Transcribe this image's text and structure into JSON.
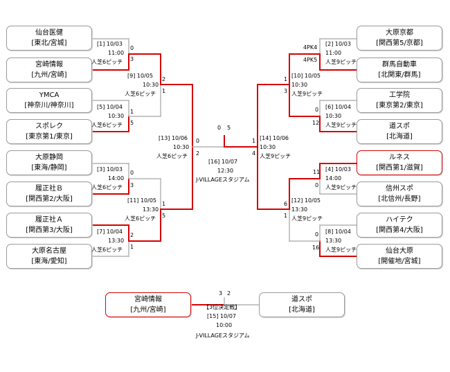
{
  "colors": {
    "win": "#d40000",
    "lose": "#b4b4b4",
    "border": "#999999"
  },
  "teams": [
    {
      "id": "t0",
      "name": "仙台医健",
      "region": "[東北/宮城]"
    },
    {
      "id": "t1",
      "name": "宮崎情報",
      "region": "[九州/宮崎]"
    },
    {
      "id": "t2",
      "name": "YMCA",
      "region": "[神奈川/神奈川]"
    },
    {
      "id": "t3",
      "name": "スポレク",
      "region": "[東京第1/東京]"
    },
    {
      "id": "t4",
      "name": "大原静岡",
      "region": "[東海/静岡]"
    },
    {
      "id": "t5",
      "name": "履正社Ｂ",
      "region": "[関西第2/大阪]"
    },
    {
      "id": "t6",
      "name": "履正社Ａ",
      "region": "[関西第3/大阪]"
    },
    {
      "id": "t7",
      "name": "大原名古屋",
      "region": "[東海/愛知]"
    },
    {
      "id": "t8",
      "name": "大原京都",
      "region": "[関西第5/京都]"
    },
    {
      "id": "t9",
      "name": "群馬自動車",
      "region": "[北関東/群馬]"
    },
    {
      "id": "t10",
      "name": "工学院",
      "region": "[東京第2/東京]"
    },
    {
      "id": "t11",
      "name": "道スポ",
      "region": "[北海道]"
    },
    {
      "id": "t12",
      "name": "ルネス",
      "region": "[関西第1/滋賀]"
    },
    {
      "id": "t13",
      "name": "信州スポ",
      "region": "[北信州/長野]"
    },
    {
      "id": "t14",
      "name": "ハイテク",
      "region": "[関西第4/大阪]"
    },
    {
      "id": "t15",
      "name": "仙台大原",
      "region": "[開催地/宮城]"
    },
    {
      "id": "t16",
      "name": "宮崎情報",
      "region": "[九州/宮崎]"
    },
    {
      "id": "t17",
      "name": "道スポ",
      "region": "[北海道]"
    }
  ],
  "labels": [
    {
      "id": "m1",
      "text": "[1] 10/03"
    },
    {
      "id": "m1t",
      "text": "11:00"
    },
    {
      "id": "m1v",
      "text": "人芝6ピッチ"
    },
    {
      "id": "m1a",
      "text": "0"
    },
    {
      "id": "m1b",
      "text": "3"
    },
    {
      "id": "m5",
      "text": "[5] 10/04"
    },
    {
      "id": "m5t",
      "text": "10:30"
    },
    {
      "id": "m5v",
      "text": "人芝6ピッチ"
    },
    {
      "id": "m5a",
      "text": "1"
    },
    {
      "id": "m5b",
      "text": "5"
    },
    {
      "id": "m9",
      "text": "[9] 10/05"
    },
    {
      "id": "m9t",
      "text": "10:30"
    },
    {
      "id": "m9v",
      "text": "人芝6ピッチ"
    },
    {
      "id": "m9a",
      "text": "2"
    },
    {
      "id": "m9b",
      "text": "1"
    },
    {
      "id": "m3",
      "text": "[3] 10/03"
    },
    {
      "id": "m3t",
      "text": "14:00"
    },
    {
      "id": "m3v",
      "text": "人芝6ピッチ"
    },
    {
      "id": "m3a",
      "text": "0"
    },
    {
      "id": "m3b",
      "text": "3"
    },
    {
      "id": "m7",
      "text": "[7] 10/04"
    },
    {
      "id": "m7t",
      "text": "13:30"
    },
    {
      "id": "m7v",
      "text": "人芝6ピッチ"
    },
    {
      "id": "m7a",
      "text": "2"
    },
    {
      "id": "m7b",
      "text": "1"
    },
    {
      "id": "m11",
      "text": "[11] 10/05"
    },
    {
      "id": "m11t",
      "text": "13:30"
    },
    {
      "id": "m11v",
      "text": "人芝6ピッチ"
    },
    {
      "id": "m11a",
      "text": "1"
    },
    {
      "id": "m11b",
      "text": "5"
    },
    {
      "id": "m13",
      "text": "[13] 10/06"
    },
    {
      "id": "m13t",
      "text": "10:30"
    },
    {
      "id": "m13v",
      "text": "人芝6ピッチ"
    },
    {
      "id": "m13a",
      "text": "0"
    },
    {
      "id": "m13b",
      "text": "2"
    },
    {
      "id": "m2pk4",
      "text": "4PK4"
    },
    {
      "id": "m2pk5",
      "text": "4PK5"
    },
    {
      "id": "m2",
      "text": "[2] 10/03"
    },
    {
      "id": "m2t",
      "text": "11:00"
    },
    {
      "id": "m2v",
      "text": "人芝9ピッチ"
    },
    {
      "id": "m6",
      "text": "[6] 10/04"
    },
    {
      "id": "m6t",
      "text": "10:30"
    },
    {
      "id": "m6v",
      "text": "人芝9ピッチ"
    },
    {
      "id": "m6a",
      "text": "0"
    },
    {
      "id": "m6b",
      "text": "12"
    },
    {
      "id": "m10",
      "text": "[10] 10/05"
    },
    {
      "id": "m10t",
      "text": "10:30"
    },
    {
      "id": "m10v",
      "text": "人芝9ピッチ"
    },
    {
      "id": "m10a",
      "text": "1"
    },
    {
      "id": "m10b",
      "text": "3"
    },
    {
      "id": "m4",
      "text": "[4] 10/03"
    },
    {
      "id": "m4t",
      "text": "14:00"
    },
    {
      "id": "m4v",
      "text": "人芝9ピッチ"
    },
    {
      "id": "m4a",
      "text": "11"
    },
    {
      "id": "m4b",
      "text": "0"
    },
    {
      "id": "m8",
      "text": "[8] 10/04"
    },
    {
      "id": "m8t",
      "text": "13:30"
    },
    {
      "id": "m8v",
      "text": "人芝9ピッチ"
    },
    {
      "id": "m8a",
      "text": "0"
    },
    {
      "id": "m8b",
      "text": "16"
    },
    {
      "id": "m12",
      "text": "[12] 10/05"
    },
    {
      "id": "m12t",
      "text": "13:30"
    },
    {
      "id": "m12v",
      "text": "人芝9ピッチ"
    },
    {
      "id": "m12a",
      "text": "6"
    },
    {
      "id": "m12b",
      "text": "1"
    },
    {
      "id": "m14",
      "text": "[14] 10/06"
    },
    {
      "id": "m14t",
      "text": "10:30"
    },
    {
      "id": "m14v",
      "text": "人芝9ピッチ"
    },
    {
      "id": "m14a",
      "text": "1"
    },
    {
      "id": "m14b",
      "text": "4"
    },
    {
      "id": "fa",
      "text": "0"
    },
    {
      "id": "fb",
      "text": "5"
    },
    {
      "id": "m16",
      "text": "[16] 10/07"
    },
    {
      "id": "m16t",
      "text": "12:30"
    },
    {
      "id": "m16v",
      "text": "J-VILLAGEスタジアム"
    },
    {
      "id": "ta",
      "text": "3"
    },
    {
      "id": "tb",
      "text": "2"
    },
    {
      "id": "m15h",
      "text": "【3位決定戦】"
    },
    {
      "id": "m15",
      "text": "[15] 10/07"
    },
    {
      "id": "m15t",
      "text": "10:00"
    },
    {
      "id": "m15v",
      "text": "J-VILLAGEスタジアム"
    }
  ]
}
